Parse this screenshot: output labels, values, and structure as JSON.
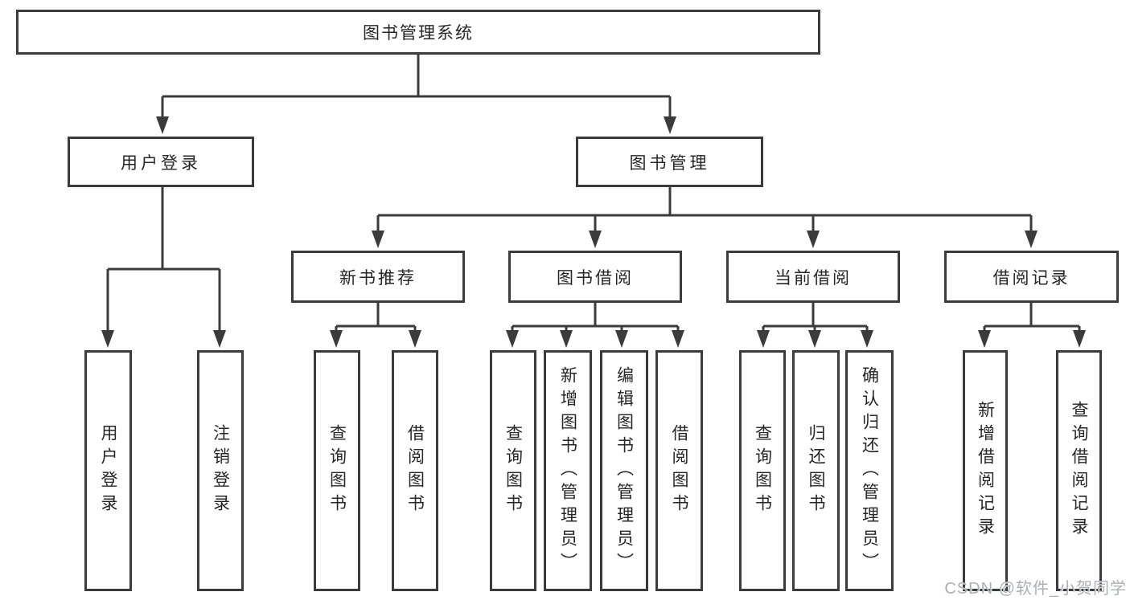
{
  "tree": {
    "label": "图书管理系统",
    "children": [
      {
        "label": "用户登录",
        "children": [
          {
            "label": "用户登录"
          },
          {
            "label": "注销登录"
          }
        ]
      },
      {
        "label": "图书管理",
        "children": [
          {
            "label": "新书推荐",
            "children": [
              {
                "label": "查询图书"
              },
              {
                "label": "借阅图书"
              }
            ]
          },
          {
            "label": "图书借阅",
            "children": [
              {
                "label": "查询图书"
              },
              {
                "label": "新增图书（管理员）"
              },
              {
                "label": "编辑图书（管理员）"
              },
              {
                "label": "借阅图书"
              }
            ]
          },
          {
            "label": "当前借阅",
            "children": [
              {
                "label": "查询图书"
              },
              {
                "label": "归还图书"
              },
              {
                "label": "确认归还（管理员）"
              }
            ]
          },
          {
            "label": "借阅记录",
            "children": [
              {
                "label": "新增借阅记录"
              },
              {
                "label": "查询借阅记录"
              }
            ]
          }
        ]
      }
    ]
  },
  "watermark": {
    "text": "CSDN @软件_小贺同学"
  },
  "colors": {
    "line": "#3b3b3b",
    "box_border": "#3b3b3b",
    "text": "#262626",
    "watermark": "#aab0b6",
    "background": "#ffffff"
  }
}
